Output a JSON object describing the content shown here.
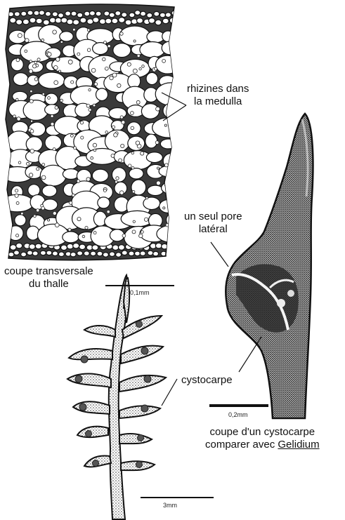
{
  "labels": {
    "rhizines_line1": "rhizines dans",
    "rhizines_line2": "la medulla",
    "pore_line1": "un seul pore",
    "pore_line2": "latéral",
    "coupe_line1": "coupe transversale",
    "coupe_line2": "du thalle",
    "cystocarpe": "cystocarpe",
    "cysto_coupe_line1": "coupe d'un cystocarpe",
    "cysto_coupe_prefix": "comparer avec",
    "cysto_coupe_genus": "Gelidium"
  },
  "scales": {
    "section": "0,1mm",
    "cystocarp": "0,2mm",
    "thallus": "3mm"
  },
  "colors": {
    "ink": "#111111",
    "stipple": "#444444"
  }
}
